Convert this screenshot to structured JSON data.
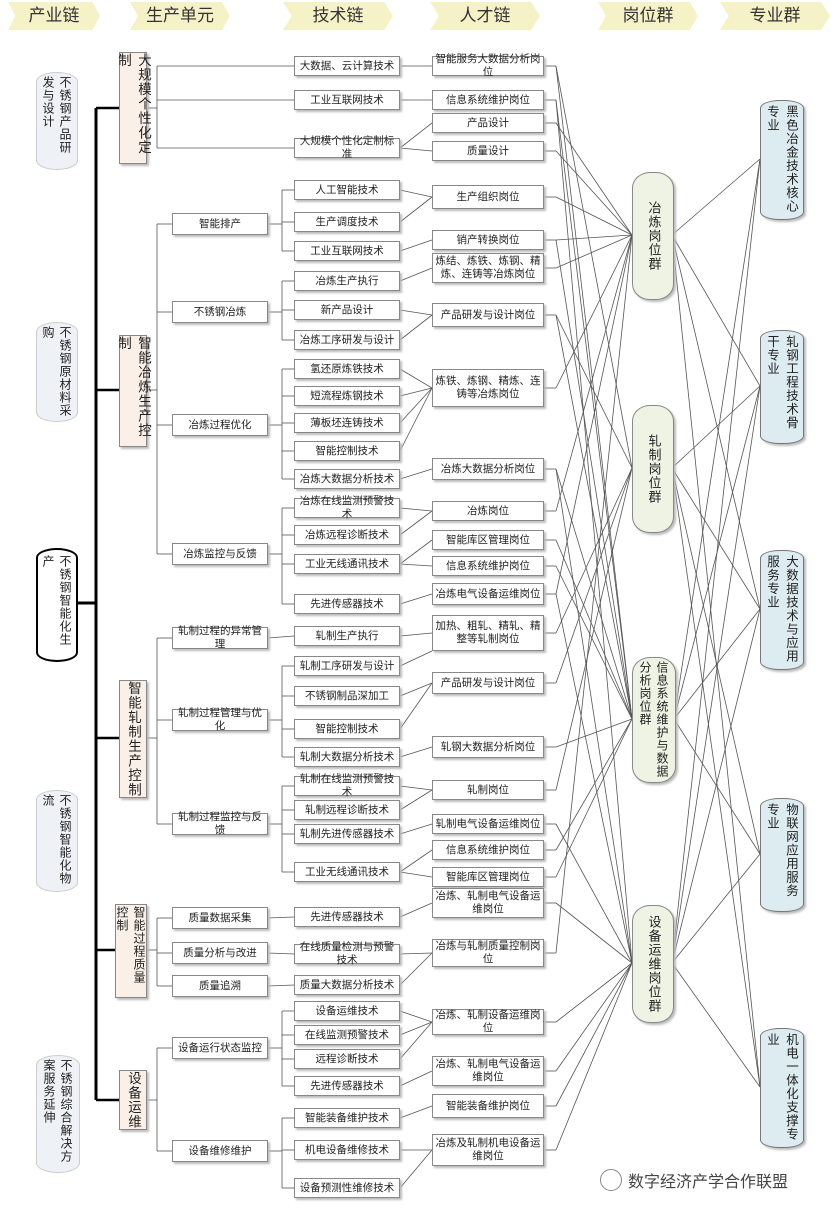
{
  "headers": [
    "产业链",
    "生产单元",
    "技术链",
    "人才链",
    "岗位群",
    "专业群"
  ],
  "industry": [
    "不锈钢产品研发与设计",
    "不锈钢原材料采购",
    "不锈钢智能化生产",
    "不锈钢智能化物流",
    "不锈钢综合解决方案服务延伸"
  ],
  "units": [
    "大规模个性化定制",
    "智能冶炼生产控制",
    "智能轧制生产控制",
    "智能过程质量控制",
    "设备运维"
  ],
  "sub_units": [
    "智能排产",
    "不锈钢冶炼",
    "冶炼过程优化",
    "冶炼监控与反馈",
    "轧制过程的异常管理",
    "轧制过程管理与优化",
    "轧制过程监控与反馈",
    "质量数据采集",
    "质量分析与改进",
    "质量追溯",
    "设备运行状态监控",
    "设备维修维护"
  ],
  "tech": [
    "大数据、云计算技术",
    "工业互联网技术",
    "大规模个性化定制标准",
    "人工智能技术",
    "生产调度技术",
    "工业互联网技术",
    "冶炼生产执行",
    "新产品设计",
    "冶炼工序研发与设计",
    "氢还原炼铁技术",
    "短流程炼钢技术",
    "薄板坯连铸技术",
    "智能控制技术",
    "冶炼大数据分析技术",
    "冶炼在线监测预警技术",
    "冶炼远程诊断技术",
    "工业无线通讯技术",
    "先进传感器技术",
    "轧制生产执行",
    "轧制工序研发与设计",
    "不锈钢制品深加工",
    "智能控制技术",
    "轧制大数据分析技术",
    "轧制在线监测预警技术",
    "轧制远程诊断技术",
    "轧制先进传感器技术",
    "工业无线通讯技术",
    "先进传感器技术",
    "在线质量检测与预警技术",
    "质量大数据分析技术",
    "设备运维技术",
    "在线监测预警技术",
    "远程诊断技术",
    "先进传感器技术",
    "智能装备维护技术",
    "机电设备维修技术",
    "设备预测性维修技术"
  ],
  "talent": [
    "智能服务大数据分析岗位",
    "信息系统维护岗位",
    "产品设计",
    "质量设计",
    "生产组织岗位",
    "销产转换岗位",
    "炼结、炼铁、炼钢、精炼、连铸等冶炼岗位",
    "产品研发与设计岗位",
    "炼铁、炼钢、精炼、连铸等冶炼岗位",
    "冶炼大数据分析岗位",
    "冶炼岗位",
    "智能库区管理岗位",
    "信息系统维护岗位",
    "冶炼电气设备运维岗位",
    "加热、粗轧、精轧、精整等轧制岗位",
    "产品研发与设计岗位",
    "轧钢大数据分析岗位",
    "轧制岗位",
    "轧制电气设备运维岗位",
    "信息系统维护岗位",
    "智能库区管理岗位",
    "冶炼、轧制电气设备运维岗位",
    "冶炼与轧制质量控制岗位",
    "冶炼、轧制设备运维岗位",
    "冶炼、轧制电气设备运维岗位",
    "智能装备维护岗位",
    "冶炼及轧制机电设备运维岗位"
  ],
  "posts": [
    "冶炼岗位群",
    "轧制岗位群",
    "信息系统维护与数据分析岗位群",
    "设备运维岗位群"
  ],
  "majors": [
    "黑色冶金技术核心专业",
    "轧钢工程技术骨干专业",
    "大数据技术与应用服务专业",
    "物联网应用服务专业",
    "机电一体化支撑专业"
  ],
  "watermark": "数字经济产学合作联盟"
}
